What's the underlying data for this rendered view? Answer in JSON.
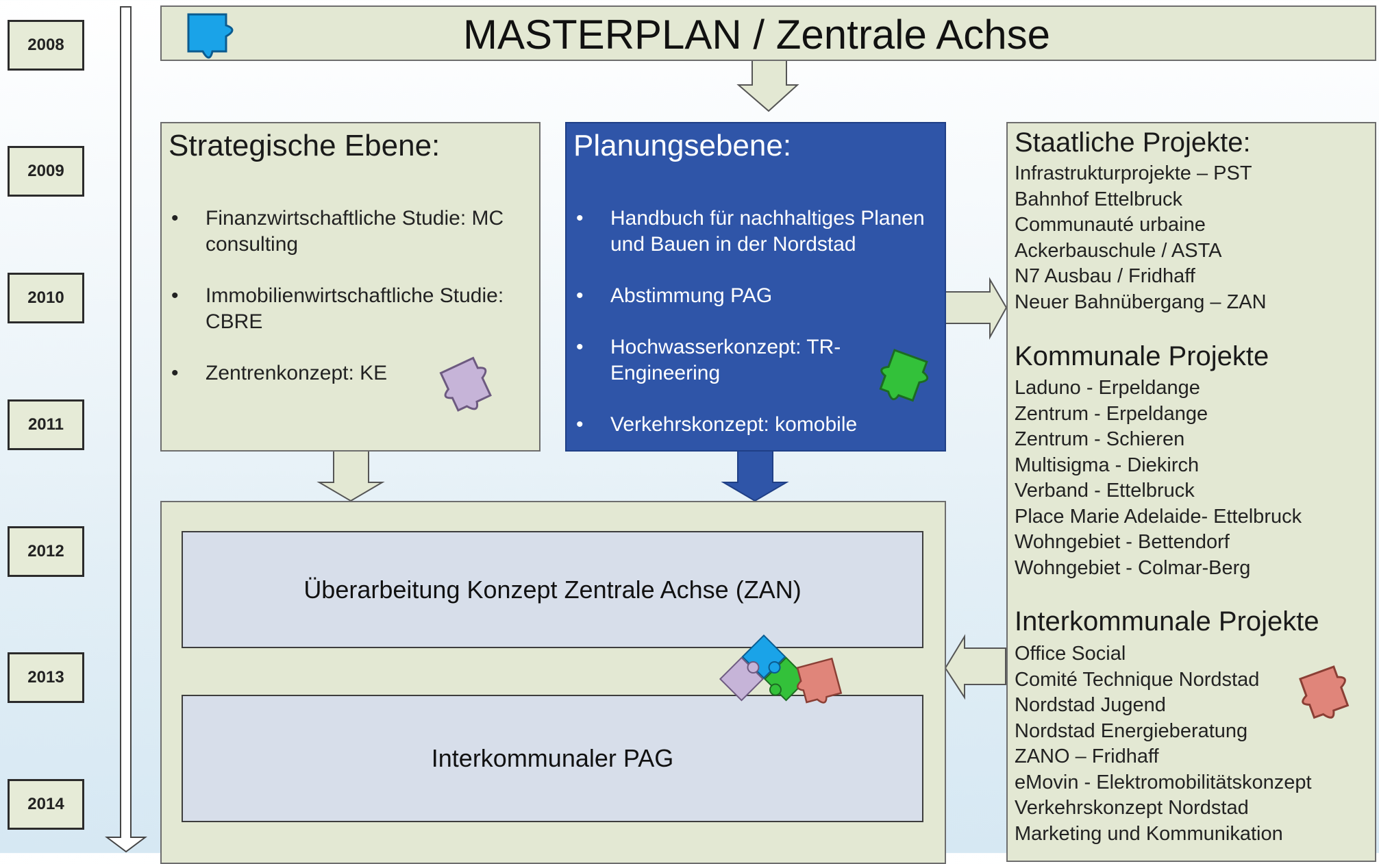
{
  "timeline": {
    "years": [
      "2008",
      "2009",
      "2010",
      "2011",
      "2012",
      "2013",
      "2014"
    ]
  },
  "header": {
    "title": "MASTERPLAN / Zentrale Achse"
  },
  "strategic": {
    "heading": "Strategische Ebene:",
    "items": [
      "Finanzwirtschaftliche Studie: MC consulting",
      "Immobilienwirtschaftliche Studie: CBRE",
      "Zentrenkonzept: KE"
    ]
  },
  "planning": {
    "heading": "Planungsebene:",
    "items": [
      "Handbuch für nachhaltiges Planen und Bauen in der Nordstad",
      "Abstimmung PAG",
      "Hochwasserkonzept: TR-Engineering",
      "Verkehrskonzept: komobile"
    ]
  },
  "projects": {
    "state": {
      "heading": "Staatliche Projekte:",
      "items": [
        "Infrastrukturprojekte – PST",
        "Bahnhof Ettelbruck",
        "Communauté urbaine",
        "Ackerbauschule / ASTA",
        "N7  Ausbau / Fridhaff",
        "Neuer Bahnübergang – ZAN"
      ]
    },
    "municipal": {
      "heading": "Kommunale Projekte",
      "items": [
        "Laduno - Erpeldange",
        "Zentrum - Erpeldange",
        "Zentrum - Schieren",
        "Multisigma - Diekirch",
        "Verband - Ettelbruck",
        "Place Marie Adelaide- Ettelbruck",
        "Wohngebiet - Bettendorf",
        "Wohngebiet - Colmar-Berg"
      ]
    },
    "intermunicipal": {
      "heading": "Interkommunale Projekte",
      "items": [
        "Office Social",
        "Comité Technique Nordstad",
        "Nordstad Jugend",
        "Nordstad Energieberatung",
        "ZANO – Fridhaff",
        "eMovin - Elektromobilitätskonzept",
        "Verkehrskonzept Nordstad",
        "Marketing und Kommunikation"
      ]
    }
  },
  "bottom": {
    "box1": "Überarbeitung Konzept Zentrale Achse (ZAN)",
    "box2": "Interkommunaler PAG"
  },
  "colors": {
    "box_fill": "#e3e8d3",
    "planning_blue": "#2f55a8",
    "puzzle_blue": "#1aa3e8",
    "puzzle_green": "#33c13a",
    "puzzle_violet": "#c6b4d8",
    "puzzle_red": "#e0857a"
  }
}
